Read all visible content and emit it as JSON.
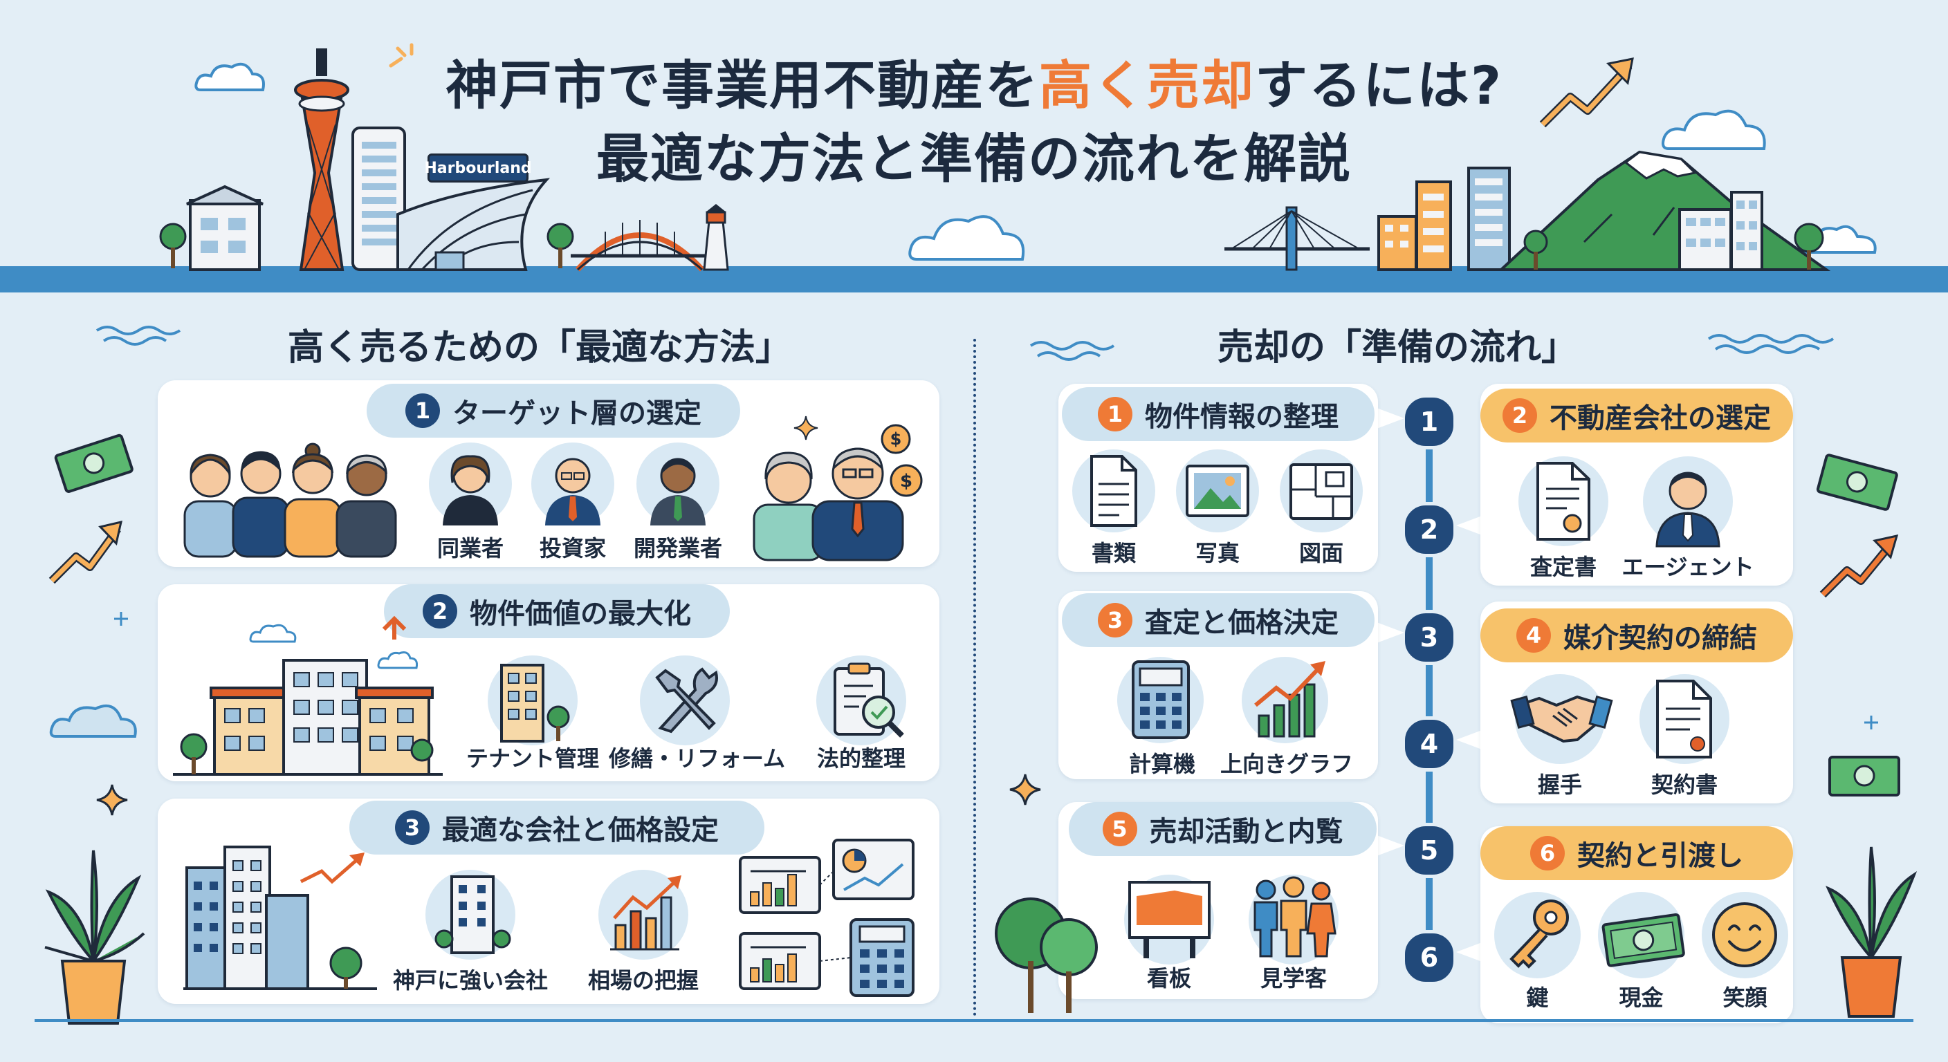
{
  "header": {
    "title_line1_a": "神戸市で事業用不動産を",
    "title_line1_hl": "高く売却",
    "title_line1_b": "するには?",
    "title_line2": "最適な方法と準備の流れを解説",
    "sign": "Harbourland"
  },
  "left": {
    "heading": "高く売るための「最適な方法」",
    "sections": [
      {
        "num": "1",
        "title": "ターゲット層の選定",
        "items": [
          "同業者",
          "投資家",
          "開発業者"
        ]
      },
      {
        "num": "2",
        "title": "物件価値の最大化",
        "items": [
          "テナント管理",
          "修繕・リフォーム",
          "法的整理"
        ]
      },
      {
        "num": "3",
        "title": "最適な会社と価格設定",
        "items": [
          "神戸に強い会社",
          "相場の把握"
        ]
      }
    ]
  },
  "right": {
    "heading": "売却の「準備の流れ」",
    "timeline": [
      "1",
      "2",
      "3",
      "4",
      "5",
      "6"
    ],
    "steps": [
      {
        "num": "1",
        "title": "物件情報の整理",
        "items": [
          "書類",
          "写真",
          "図面"
        ]
      },
      {
        "num": "2",
        "title": "不動産会社の選定",
        "items": [
          "査定書",
          "エージェント"
        ]
      },
      {
        "num": "3",
        "title": "査定と価格決定",
        "items": [
          "計算機",
          "上向きグラフ"
        ]
      },
      {
        "num": "4",
        "title": "媒介契約の締結",
        "items": [
          "握手",
          "契約書"
        ]
      },
      {
        "num": "5",
        "title": "売却活動と内覧",
        "items": [
          "看板",
          "見学客"
        ]
      },
      {
        "num": "6",
        "title": "契約と引渡し",
        "items": [
          "鍵",
          "現金",
          "笑顔"
        ]
      }
    ]
  },
  "colors": {
    "navy": "#21497a",
    "orange": "#ef7a36",
    "sky": "#e3eef6",
    "sea": "#3f8cc5",
    "green": "#3f9a55"
  }
}
